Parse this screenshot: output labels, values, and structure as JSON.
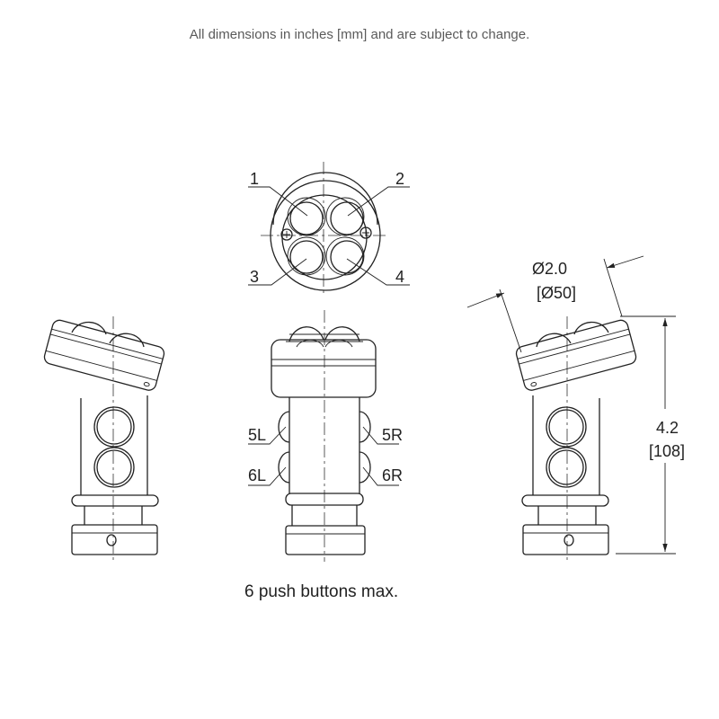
{
  "header": {
    "note": "All dimensions in inches [mm] and are subject to change."
  },
  "top_view": {
    "button_labels": [
      "1",
      "2",
      "3",
      "4"
    ]
  },
  "front_view": {
    "side_labels": [
      "5L",
      "5R",
      "6L",
      "6R"
    ]
  },
  "caption": "6 push buttons max.",
  "dimensions": {
    "diameter_in": "Ø2.0",
    "diameter_mm": "[Ø50]",
    "height_in": "4.2",
    "height_mm": "[108]"
  }
}
